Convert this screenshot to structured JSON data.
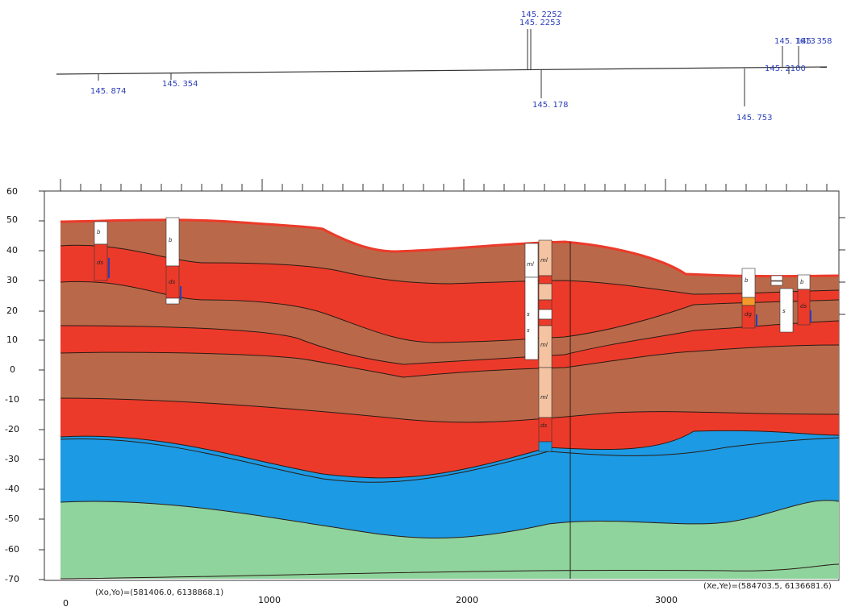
{
  "profile_marks": [
    {
      "label": "145. 874"
    },
    {
      "label": "145. 354"
    },
    {
      "label": "145. 2252"
    },
    {
      "label": "145. 2253"
    },
    {
      "label": "145. 178"
    },
    {
      "label": "145. 753"
    },
    {
      "label": "145. 1613"
    },
    {
      "label": "145. 358"
    },
    {
      "label": "145. 2100"
    }
  ],
  "y_ticks": [
    "60",
    "50",
    "40",
    "30",
    "20",
    "10",
    "0",
    "-10",
    "-20",
    "-30",
    "-40",
    "-50",
    "-60",
    "-70"
  ],
  "x_ticks": [
    "0",
    "1000",
    "2000",
    "3000"
  ],
  "start_coord": "(Xo,Yo)=(581406.0, 6138868.1)",
  "end_coord": "(Xe,Ye)=(584703.5, 6136681.6)",
  "borehole_labels": [
    "b",
    "ds",
    "b",
    "ds",
    "ml",
    "ml",
    "s",
    "s",
    "ml",
    "ml",
    "ds",
    "b",
    "dg",
    "s",
    "b",
    "ds"
  ],
  "colors": {
    "brown": "#b9694a",
    "red": "#ec3a2a",
    "blue": "#1c9ae3",
    "green": "#8fd49d",
    "marker_blue": "#2a3fb8"
  }
}
